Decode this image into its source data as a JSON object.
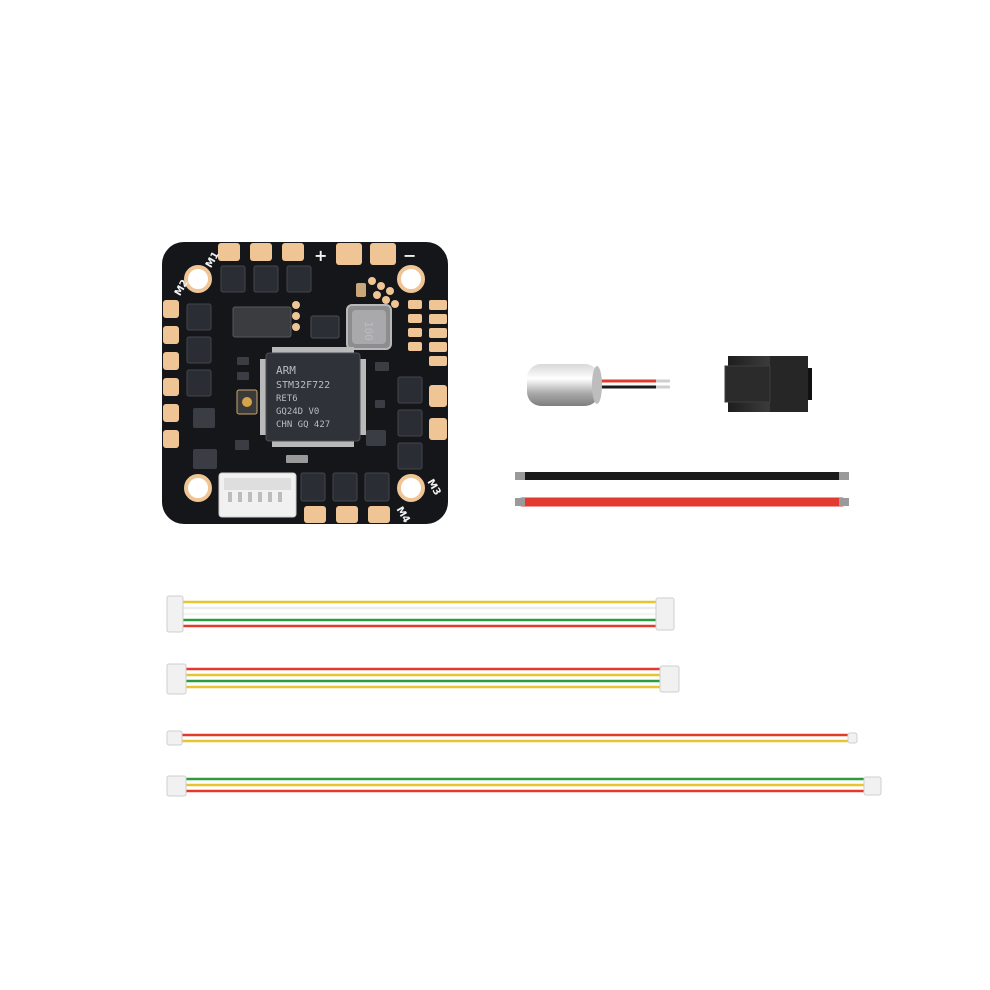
{
  "board": {
    "silkscreen": {
      "m1": "M1",
      "m2": "M2",
      "m3": "M3",
      "m4": "M4",
      "plus": "+",
      "minus": "−"
    },
    "mcu_markings": {
      "line1": "ARM",
      "line2": "STM32F722",
      "line3": "RET6",
      "line4": "GQ24D V0",
      "line5": "CHN GQ 427"
    },
    "inductor_marking": "100"
  },
  "colors": {
    "background": "#ffffff",
    "pcb": "#14161a",
    "pad_gold": "#efc596",
    "wire_red": "#e23a2e",
    "wire_black": "#1a1a1a",
    "wire_yellow": "#e6c531",
    "wire_green": "#2e9b3e",
    "connector_white": "#f1f1f1"
  }
}
